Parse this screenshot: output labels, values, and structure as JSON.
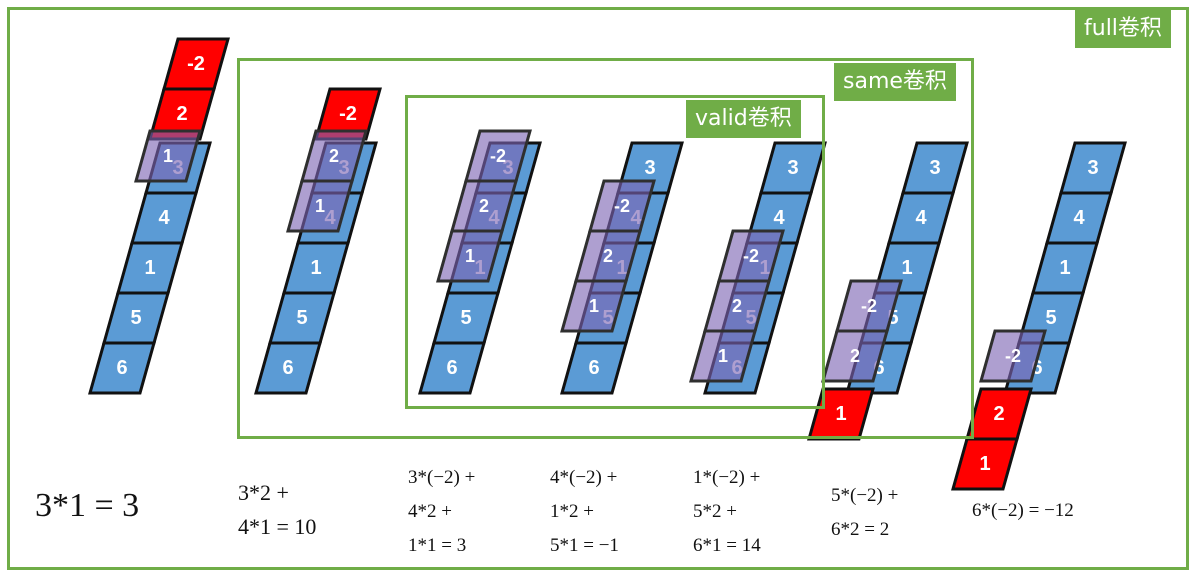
{
  "labels": {
    "full": "full卷积",
    "same": "same卷积",
    "valid": "valid卷积"
  },
  "colors": {
    "input_cell": "#5b9bd5",
    "kernel_outside": "#ff0000",
    "kernel_overlap": "#7c64b3",
    "kernel_overlap_stroke": "#5b3f8f",
    "frame": "#70ad47"
  },
  "input": [
    "3",
    "4",
    "1",
    "5",
    "6"
  ],
  "kernel": [
    "-2",
    "2",
    "1"
  ],
  "equations": {
    "step1": [
      "3*1 = 3"
    ],
    "step2": [
      "3*2 +",
      "4*1 = 10"
    ],
    "step3": [
      "3*(−2) +",
      "4*2 +",
      "1*1 = 3"
    ],
    "step4": [
      "4*(−2) +",
      "1*2 +",
      "5*1 = −1"
    ],
    "step5": [
      "1*(−2) +",
      "5*2 +",
      "6*1 = 14"
    ],
    "step6": [
      "5*(−2) +",
      "6*2 = 2"
    ],
    "step7": [
      "6*(−2) = −12"
    ]
  }
}
